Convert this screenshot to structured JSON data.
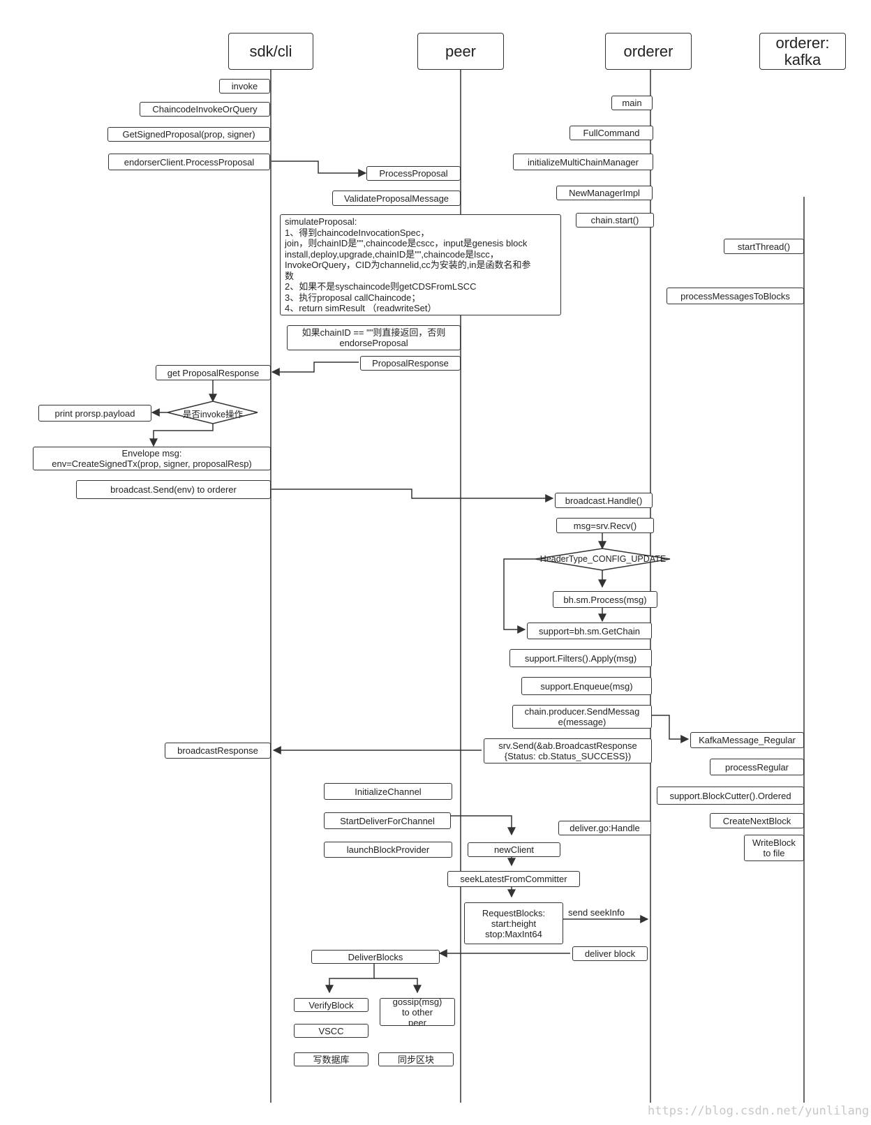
{
  "lanes": {
    "sdk": "sdk/cli",
    "peer": "peer",
    "orderer": "orderer",
    "kafka": "orderer:\nkafka"
  },
  "sdk": {
    "invoke": "invoke",
    "chaincode_invoke_or_query": "ChaincodeInvokeOrQuery",
    "get_signed_proposal": "GetSignedProposal(prop, signer)",
    "endorser_client": "endorserClient.ProcessProposal",
    "get_proposal_response": "get ProposalResponse",
    "print_payload": "print prorsp.payload",
    "is_invoke": "是否invoke操作",
    "envelope": "Envelope msg:\nenv=CreateSignedTx(prop, signer, proposalResp)",
    "broadcast_send": "broadcast.Send(env) to orderer",
    "broadcast_response": "broadcastResponse"
  },
  "peer": {
    "process_proposal": "ProcessProposal",
    "validate_proposal": "ValidateProposalMessage",
    "simulate_proposal": "simulateProposal:\n1、得到chaincodeInvocationSpec，\n  join，则chainID是\"\",chaincode是cscc，input是genesis block\n  install,deploy,upgrade,chainID是\"\",chaincode是lscc，\n  InvokeOrQuery，CID为channelid,cc为安装的,in是函数名和参\n数\n2、如果不是syschaincode则getCDSFromLSCC\n3、执行proposal callChaincode；\n4、return simResult （readwriteSet）",
    "if_chain_id": "如果chainID == \"\"则直接返回，否则\nendorseProposal",
    "proposal_response": "ProposalResponse",
    "initialize_channel": "InitializeChannel",
    "start_deliver": "StartDeliverForChannel",
    "launch_block_provider": "launchBlockProvider",
    "new_client": "newClient",
    "seek_latest": "seekLatestFromCommitter",
    "request_blocks": "RequestBlocks:\nstart:height\nstop:MaxInt64",
    "send_seek_info": "send seekInfo",
    "deliver_blocks": "DeliverBlocks",
    "verify_block": "VerifyBlock",
    "gossip": "gossip(msg)\nto other\npeer",
    "vscc": "VSCC",
    "write_db": "写数据库",
    "sync_block": "同步区块"
  },
  "orderer": {
    "main": "main",
    "full_command": "FullCommand",
    "init_multichain": "initializeMultiChainManager",
    "new_manager_impl": "NewManagerImpl",
    "chain_start": "chain.start()",
    "broadcast_handle": "broadcast.Handle()",
    "srv_recv": "msg=srv.Recv()",
    "header_type": "HeaderType_CONFIG_UPDATE",
    "bh_process": "bh.sm.Process(msg)",
    "get_chain": "support=bh.sm.GetChain",
    "filters_apply": "support.Filters().Apply(msg)",
    "enqueue": "support.Enqueue(msg)",
    "send_message": "chain.producer.SendMessag\ne(message)",
    "srv_send": "srv.Send(&ab.BroadcastResponse\n{Status: cb.Status_SUCCESS})",
    "deliver_handle": "deliver.go:Handle",
    "deliver_block": "deliver block"
  },
  "kafka": {
    "start_thread": "startThread()",
    "process_messages": "processMessagesToBlocks",
    "kafka_message_regular": "KafkaMessage_Regular",
    "process_regular": "processRegular",
    "block_cutter": "support.BlockCutter().Ordered",
    "create_next_block": "CreateNextBlock",
    "write_block": "WriteBlock\nto file"
  },
  "watermark": "https://blog.csdn.net/yunlilang",
  "colors": {
    "line": "#333333",
    "box_border": "#333333",
    "text": "#222222",
    "watermark": "#c8c8c8"
  }
}
